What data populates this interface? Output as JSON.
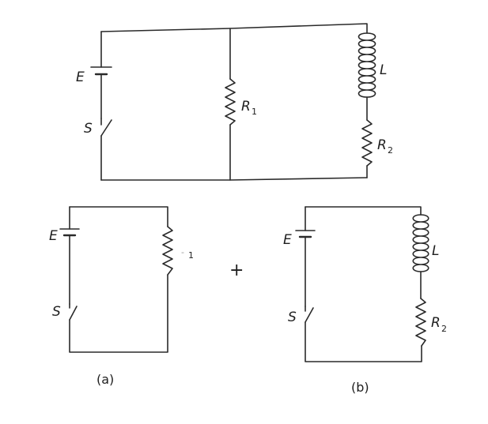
{
  "top_circuit": {
    "battery_label": "E",
    "switch_label": "S",
    "resistor1_label": "R",
    "resistor1_sub": "1",
    "inductor_label": "L",
    "resistor2_label": "R",
    "resistor2_sub": "2"
  },
  "circuit_a": {
    "battery_label": "E",
    "switch_label": "S",
    "resistor_faint_mark": "-",
    "resistor_sub": "1",
    "caption": "(a)"
  },
  "plus_sign": "+",
  "circuit_b": {
    "battery_label": "E",
    "switch_label": "S",
    "inductor_label": "L",
    "resistor_label": "R",
    "resistor_sub": "2",
    "caption": "(b)"
  }
}
